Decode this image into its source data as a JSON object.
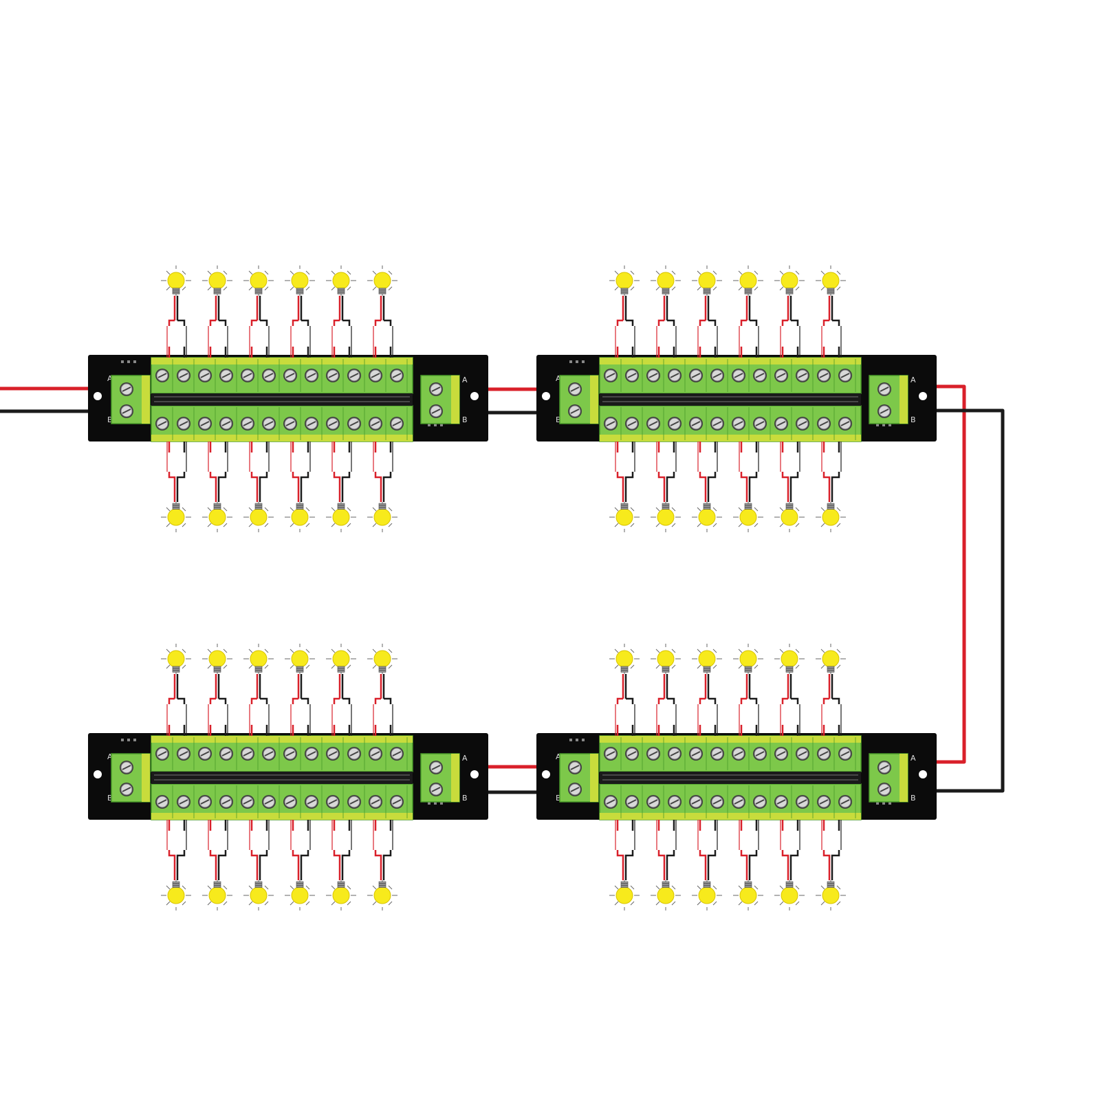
{
  "labels": {
    "terminal_a": "A",
    "terminal_b": "B"
  },
  "colors": {
    "red_wire": "#d9202a",
    "black_wire": "#1b1b1b",
    "pcb": "#0b0b0b",
    "terminal_green": "#7dc84a",
    "terminal_dark": "#4a9a2a",
    "label_strip": "#c8dc3c",
    "bulb": "#f7ea1c",
    "bulb_outline": "#d8c400"
  },
  "diagram": {
    "boards": [
      {
        "id": "board-top-left",
        "terminals_per_row": 12,
        "bulbs_above": 6,
        "bulbs_below": 6
      },
      {
        "id": "board-top-right",
        "terminals_per_row": 12,
        "bulbs_above": 6,
        "bulbs_below": 6
      },
      {
        "id": "board-bottom-left",
        "terminals_per_row": 12,
        "bulbs_above": 6,
        "bulbs_below": 6
      },
      {
        "id": "board-bottom-right",
        "terminals_per_row": 12,
        "bulbs_above": 6,
        "bulbs_below": 6
      }
    ],
    "icons": [
      "light-bulb-icon",
      "screw-terminal-icon",
      "mounting-hole-icon"
    ]
  }
}
